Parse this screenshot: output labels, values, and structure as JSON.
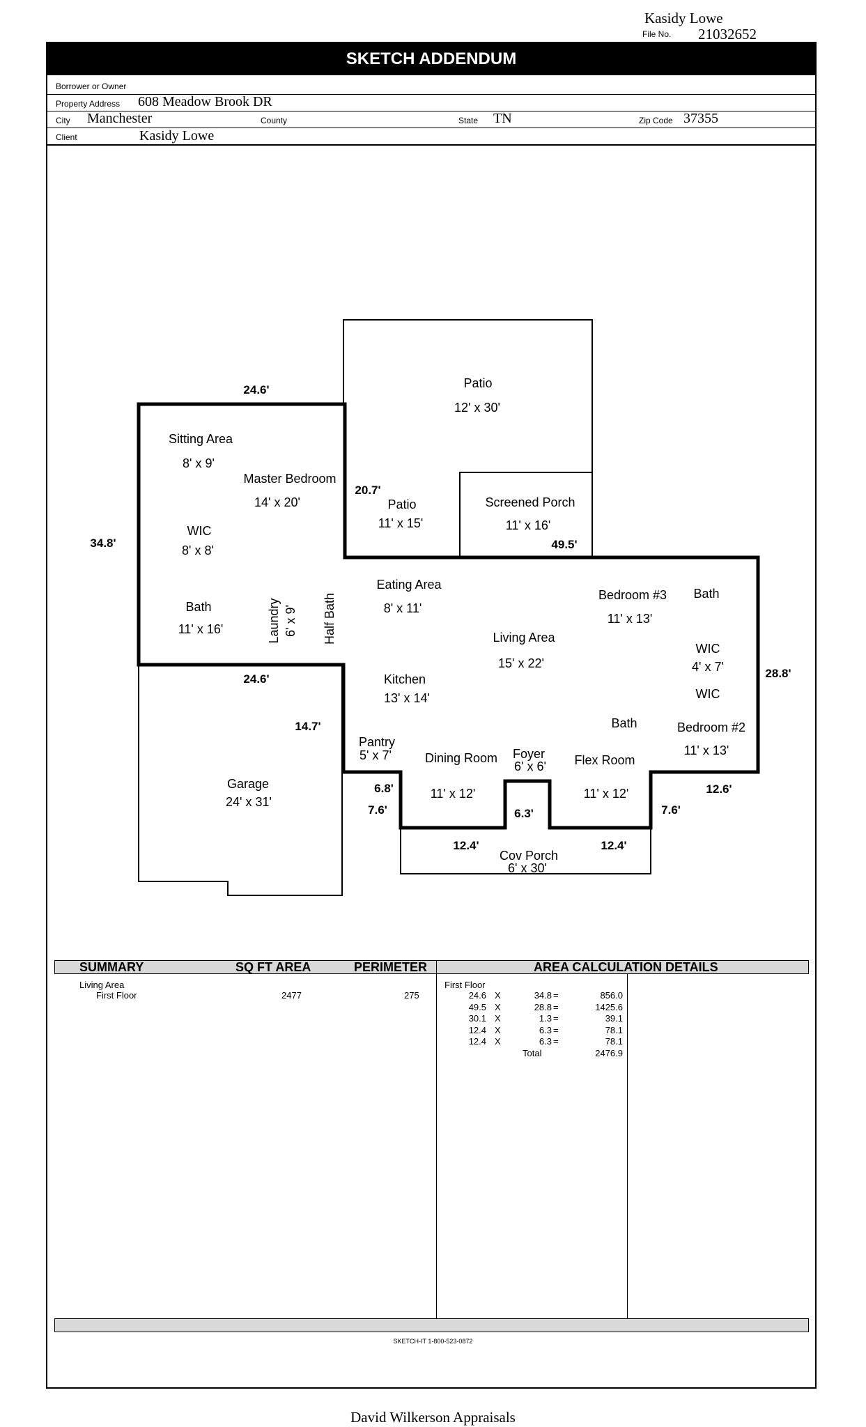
{
  "header": {
    "owner_top": "Kasidy Lowe",
    "file_no_label": "File No.",
    "file_no": "21032652",
    "title": "SKETCH ADDENDUM"
  },
  "info": {
    "borrower_label": "Borrower or Owner",
    "borrower_value": "",
    "address_label": "Property Address",
    "address_value": "608 Meadow Brook DR",
    "city_label": "City",
    "city_value": "Manchester",
    "county_label": "County",
    "county_value": "",
    "state_label": "State",
    "state_value": "TN",
    "zip_label": "Zip Code",
    "zip_value": "37355",
    "client_label": "Client",
    "client_value": "Kasidy Lowe"
  },
  "sketch": {
    "rooms": {
      "patio_top": "Patio",
      "patio_top_dim": "12' x 30'",
      "sitting": "Sitting Area",
      "sitting_dim": "8' x 9'",
      "master": "Master Bedroom",
      "master_dim": "14' x 20'",
      "patio_mid": "Patio",
      "patio_mid_dim": "11' x 15'",
      "screened": "Screened Porch",
      "screened_dim": "11' x 16'",
      "wic_left": "WIC",
      "wic_left_dim": "8' x 8'",
      "eating": "Eating Area",
      "eating_dim": "8' x 11'",
      "bedroom3": "Bedroom #3",
      "bedroom3_dim": "11' x 13'",
      "bath_right_top": "Bath",
      "bath_left": "Bath",
      "bath_left_dim": "11' x 16'",
      "laundry": "Laundry",
      "laundry_dim": "6' x 9'",
      "half_bath": "Half Bath",
      "living": "Living Area",
      "living_dim": "15' x 22'",
      "wic_right": "WIC",
      "wic_right_dim": "4' x 7'",
      "wic_right2": "WIC",
      "kitchen": "Kitchen",
      "kitchen_dim": "13' x 14'",
      "bath_mid": "Bath",
      "bedroom2": "Bedroom #2",
      "bedroom2_dim": "11' x 13'",
      "pantry": "Pantry",
      "pantry_dim": "5' x 7'",
      "dining": "Dining Room",
      "dining_dim": "11' x 12'",
      "foyer": "Foyer",
      "foyer_dim": "6' x 6'",
      "flex": "Flex Room",
      "flex_dim": "11' x 12'",
      "garage": "Garage",
      "garage_dim": "24' x 31'",
      "cov_porch": "Cov Porch",
      "cov_porch_dim": "6' x 30'"
    },
    "dims": {
      "top_left": "24.6'",
      "left_side": "34.8'",
      "patio_side": "20.7'",
      "screened_bottom": "49.5'",
      "right_side": "28.8'",
      "garage_top": "24.6'",
      "garage_side": "14.7'",
      "pantry_step": "6.8'",
      "left_step": "7.6'",
      "foyer_step": "6.3'",
      "right_step_top": "12.6'",
      "right_step": "7.6'",
      "bottom_left": "12.4'",
      "bottom_right": "12.4'"
    }
  },
  "summary": {
    "headers": {
      "summary": "SUMMARY",
      "sqft": "SQ FT AREA",
      "perimeter": "PERIMETER",
      "details": "AREA CALCULATION DETAILS"
    },
    "living_area_label": "Living Area",
    "first_floor_label": "First Floor",
    "first_floor_sqft": "2477",
    "first_floor_perimeter": "275",
    "details_floor": "First Floor",
    "calc_rows": [
      {
        "a": "24.6",
        "op": "X",
        "b": "34.8",
        "eq": "=",
        "r": "856.0"
      },
      {
        "a": "49.5",
        "op": "X",
        "b": "28.8",
        "eq": "=",
        "r": "1425.6"
      },
      {
        "a": "30.1",
        "op": "X",
        "b": "1.3",
        "eq": "=",
        "r": "39.1"
      },
      {
        "a": "12.4",
        "op": "X",
        "b": "6.3",
        "eq": "=",
        "r": "78.1"
      },
      {
        "a": "12.4",
        "op": "X",
        "b": "6.3",
        "eq": "=",
        "r": "78.1"
      }
    ],
    "total_label": "Total",
    "total_value": "2476.9"
  },
  "footer": {
    "software": "SKETCH-IT 1-800-523-0872",
    "company": "David Wilkerson Appraisals"
  }
}
